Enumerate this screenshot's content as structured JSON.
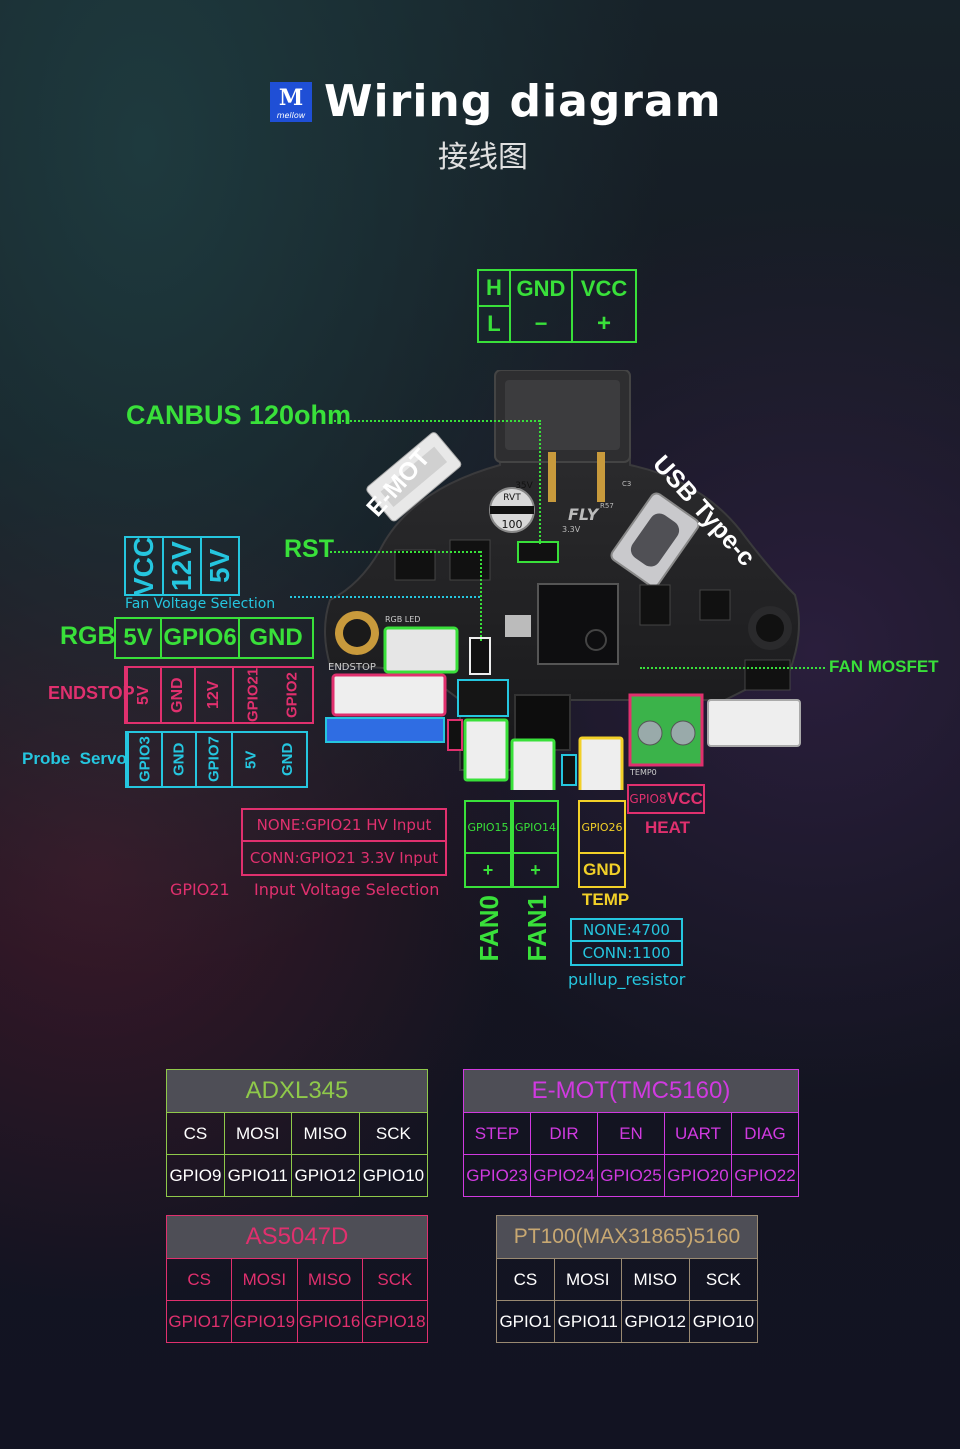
{
  "header": {
    "logo_text": "M",
    "logo_sub": "mellow",
    "title": "Wiring diagram",
    "subtitle": "接线图"
  },
  "can_power": {
    "h": "H",
    "l": "L",
    "gnd": "GND",
    "minus": "−",
    "vcc": "VCC",
    "plus": "+"
  },
  "labels": {
    "canbus": "CANBUS 120ohm",
    "emot": "E-MOT",
    "usb": "USB Type-c",
    "rst": "RST",
    "fan_mosfet": "FAN MOSFET",
    "rgb": "RGB",
    "endstop": "ENDSTOP",
    "probe_servo": "Probe  Servo",
    "fan_voltage": "Fan Voltage Selection",
    "heat": "HEAT",
    "temp": "TEMP",
    "fan0": "FAN0",
    "fan1": "FAN1",
    "gpio21": "GPIO21",
    "input_voltage": "Input Voltage Selection",
    "pullup": "pullup_resistor"
  },
  "fan_voltage_opts": [
    "VCC",
    "12V",
    "5V"
  ],
  "rgb_pins": [
    "5V",
    "GPIO6",
    "GND"
  ],
  "endstop_pins": [
    "5V",
    "GND",
    "12V",
    "GPIO21",
    "GPIO2"
  ],
  "probe_pins": [
    "GPIO3",
    "GND",
    "GPIO7",
    "5V",
    "GND"
  ],
  "hv": {
    "none": "NONE:GPIO21  HV  Input",
    "conn": "CONN:GPIO21  3.3V Input"
  },
  "fans": {
    "fan0_pin": "GPIO15",
    "fan1_pin": "GPIO14",
    "plus": "+"
  },
  "temp": {
    "pin": "GPIO26",
    "gnd": "GND"
  },
  "heat": {
    "pin": "GPIO8",
    "vcc": "VCC"
  },
  "pullup": {
    "none": "NONE:4700",
    "conn": "CONN:1100"
  },
  "board_marks": {
    "cap1": "100",
    "cap2": "35V",
    "cap3": "RVT",
    "fly": "FLY",
    "v33": "3.3V",
    "r57": "R57",
    "c3": "C3",
    "rgb_led": "RGB LED",
    "endstop_silk": "ENDSTOP",
    "temp_silk": "TEMP0"
  },
  "tables": {
    "adxl": {
      "title": "ADXL345",
      "heads": [
        "CS",
        "MOSI",
        "MISO",
        "SCK"
      ],
      "pins": [
        "GPIO9",
        "GPIO11",
        "GPIO12",
        "GPIO10"
      ]
    },
    "emot": {
      "title": "E-MOT(TMC5160)",
      "heads": [
        "STEP",
        "DIR",
        "EN",
        "UART",
        "DIAG"
      ],
      "pins": [
        "GPIO23",
        "GPIO24",
        "GPIO25",
        "GPIO20",
        "GPIO22"
      ]
    },
    "as5047": {
      "title": "AS5047D",
      "heads": [
        "CS",
        "MOSI",
        "MISO",
        "SCK"
      ],
      "pins": [
        "GPIO17",
        "GPIO19",
        "GPIO16",
        "GPIO18"
      ]
    },
    "pt100": {
      "title": "PT100(MAX31865)5160",
      "heads": [
        "CS",
        "MOSI",
        "MISO",
        "SCK"
      ],
      "pins": [
        "GPIO1",
        "GPIO11",
        "GPIO12",
        "GPIO10"
      ]
    }
  },
  "colors": {
    "green": "#39e03a",
    "cyan": "#25c6df",
    "pink": "#e0306e",
    "yellow": "#f2d028",
    "magenta": "#d03ae0",
    "tan": "#c8a872"
  }
}
